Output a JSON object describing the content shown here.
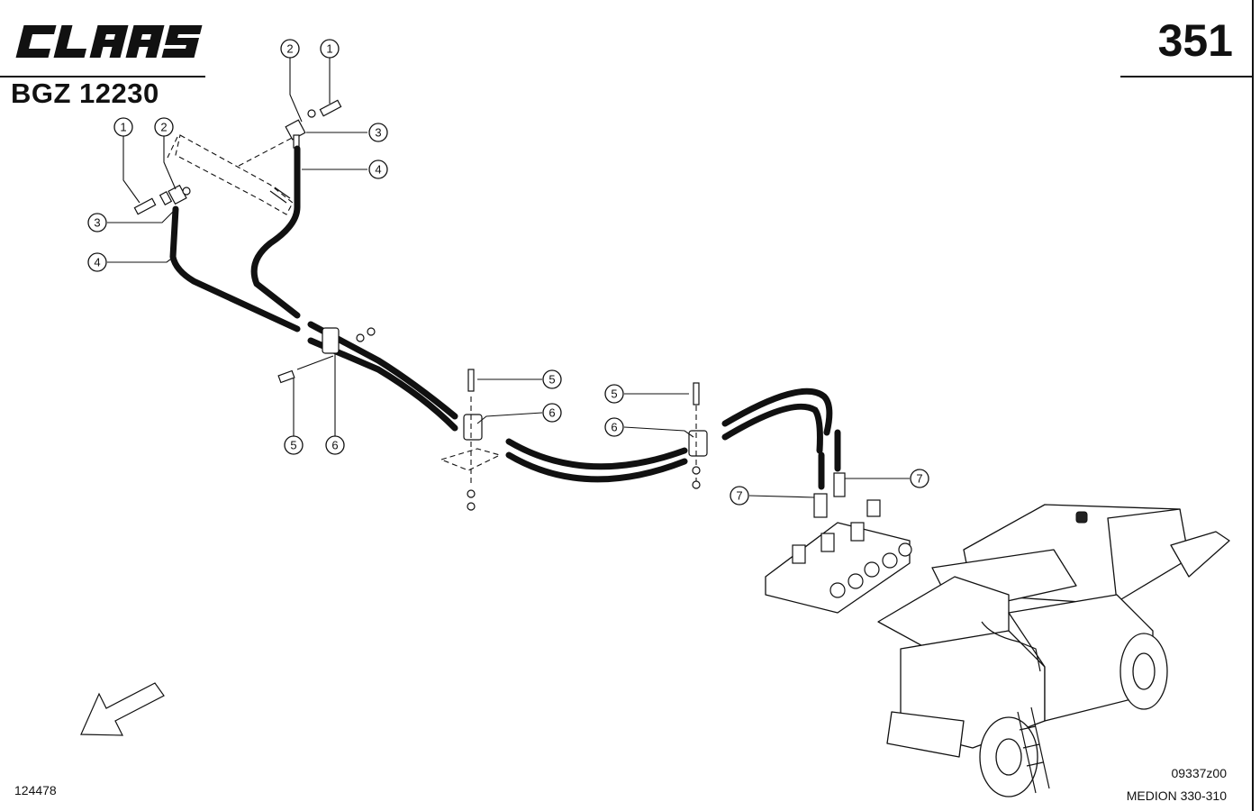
{
  "header": {
    "brand": "CLAAS",
    "doc_code": "BGZ 12230",
    "page_number": "351"
  },
  "footer": {
    "left_code": "124478",
    "drawing_ref": "09337z00",
    "model": "MEDION 330-310"
  },
  "callouts": [
    "1",
    "2",
    "3",
    "4",
    "5",
    "6",
    "7"
  ],
  "icons": {
    "logo": "claas-logo",
    "direction": "direction-arrow-icon"
  }
}
